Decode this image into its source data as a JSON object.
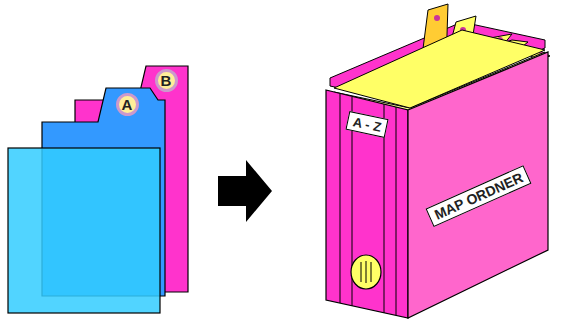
{
  "diagram": {
    "nodes": [
      {
        "text": [
          "B"
        ]
      },
      {
        "text": [
          "A"
        ]
      },
      {
        "text": [
          "A - Z"
        ]
      },
      {
        "text": [
          "MAP ORDNER"
        ]
      }
    ]
  }
}
